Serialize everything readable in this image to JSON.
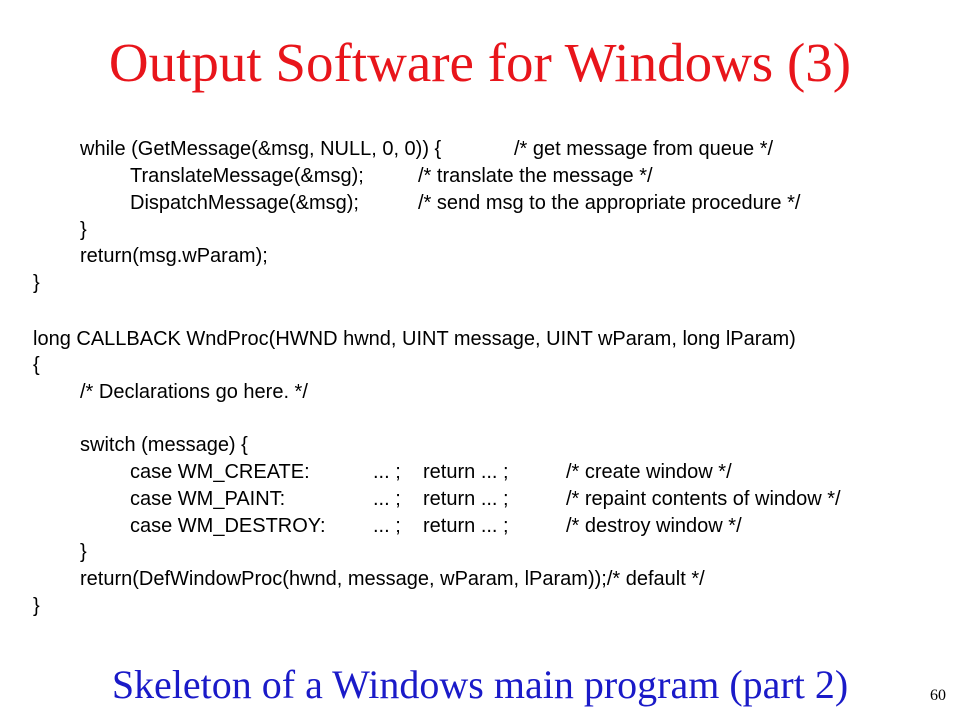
{
  "slide": {
    "title": "Output Software for Windows (3)",
    "caption": "Skeleton of a Windows main program (part 2)",
    "page_number": "60",
    "title_color": "#e8151b",
    "caption_color": "#1a1ac8"
  },
  "code": {
    "l1_code": "while (GetMessage(&msg, NULL, 0, 0)) {",
    "l1_comment": "/* get message from queue */",
    "l2_code": "TranslateMessage(&msg);",
    "l2_comment": "/* translate the message */",
    "l3_code": "DispatchMessage(&msg);",
    "l3_comment": "/* send msg to the appropriate procedure */",
    "l4": "}",
    "l5": "return(msg.wParam);",
    "l6": "}",
    "l7": "long CALLBACK WndProc(HWND hwnd, UINT message, UINT wParam, long lParam)",
    "l8": "{",
    "l9": "/* Declarations go here. */",
    "l10": "switch (message) {",
    "l11_case": "case WM_CREATE:",
    "l11_body": "... ;    return ... ;",
    "l11_comment": "/* create window */",
    "l12_case": "case WM_PAINT:",
    "l12_body": "... ;    return ... ;",
    "l12_comment": "/* repaint contents of window */",
    "l13_case": "case WM_DESTROY:",
    "l13_body": "... ;    return ... ;",
    "l13_comment": "/* destroy window */",
    "l14": "}",
    "l15": "return(DefWindowProc(hwnd, message, wParam, lParam));/* default */",
    "l16": "}"
  }
}
